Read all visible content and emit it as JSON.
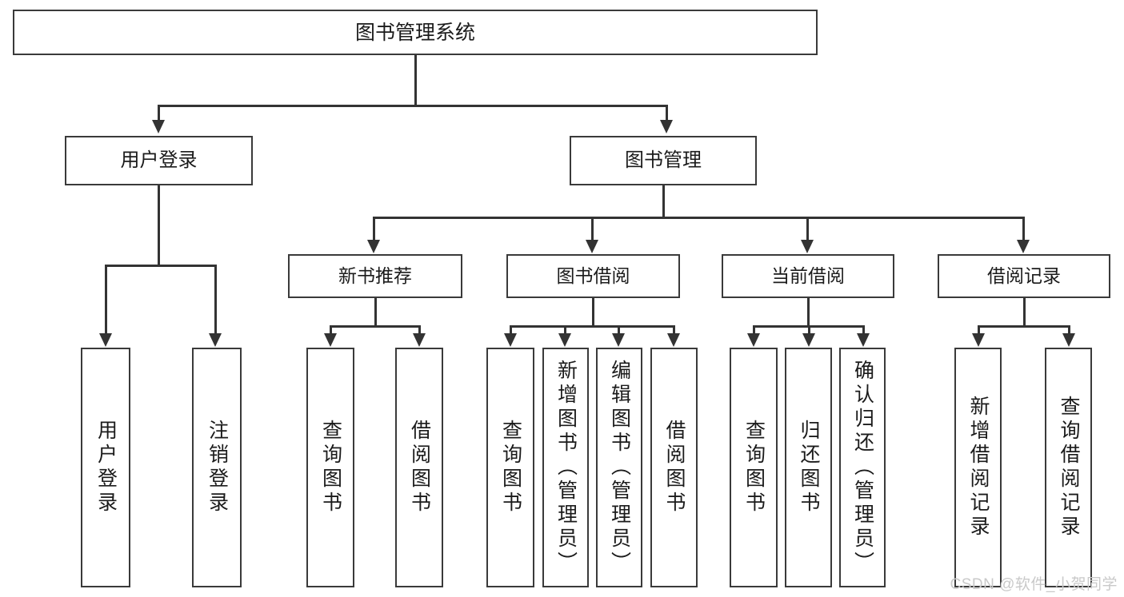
{
  "diagram": {
    "type": "tree",
    "title": "图书管理系统",
    "root": {
      "label": "图书管理系统"
    },
    "level2": [
      {
        "label": "用户登录"
      },
      {
        "label": "图书管理"
      }
    ],
    "level3": [
      {
        "label": "新书推荐"
      },
      {
        "label": "图书借阅"
      },
      {
        "label": "当前借阅"
      },
      {
        "label": "借阅记录"
      }
    ],
    "leaves": {
      "user_login": [
        {
          "label": "用户登录"
        },
        {
          "label": "注销登录"
        }
      ],
      "new_book_recommend": [
        {
          "label": "查询图书"
        },
        {
          "label": "借阅图书"
        }
      ],
      "book_borrow": [
        {
          "label": "查询图书"
        },
        {
          "label": "新增图书（管理员）"
        },
        {
          "label": "编辑图书（管理员）"
        },
        {
          "label": "借阅图书"
        }
      ],
      "current_borrow": [
        {
          "label": "查询图书"
        },
        {
          "label": "归还图书"
        },
        {
          "label": "确认归还（管理员）"
        }
      ],
      "borrow_record": [
        {
          "label": "新增借阅记录"
        },
        {
          "label": "查询借阅记录"
        }
      ]
    }
  },
  "watermark": {
    "text": "CSDN @软件_小贺同学"
  },
  "colors": {
    "line": "#333333",
    "box_border": "#3a3a3a",
    "box_fill": "#ffffff",
    "text": "#1b1b1b",
    "watermark": "#c9c9c9"
  }
}
